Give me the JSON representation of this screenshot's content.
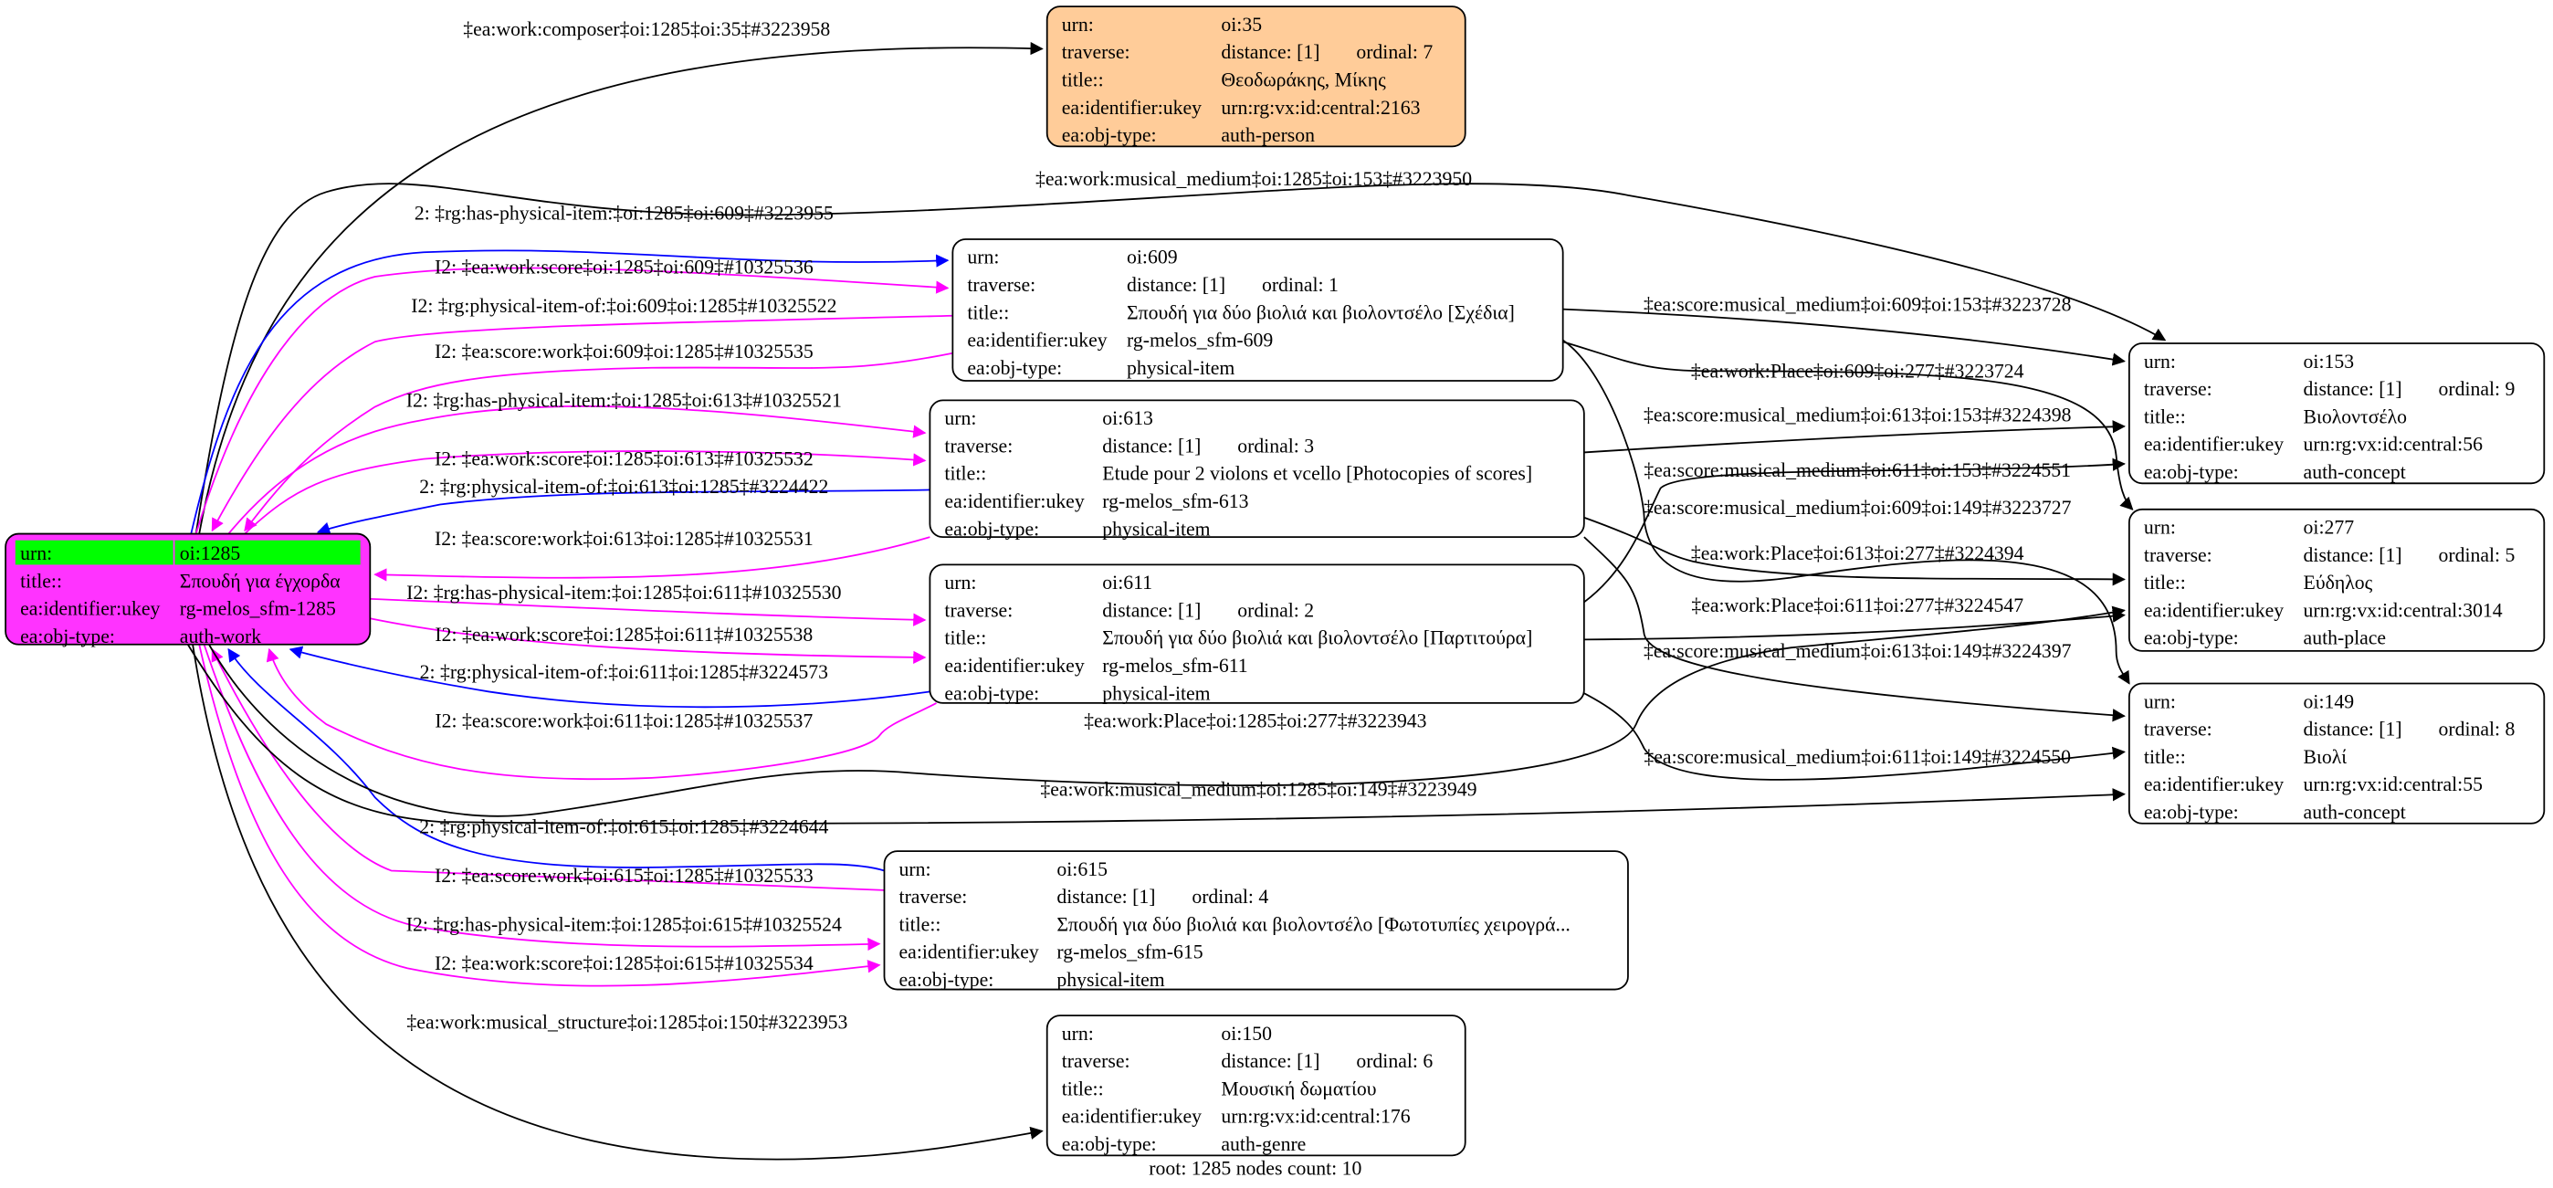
{
  "colors": {
    "black": "#000000",
    "blue": "#0000ff",
    "magenta": "#ff00ff",
    "root_fill": "#ff33ff",
    "root_highlight": "#00ff00",
    "person_fill": "#ffcc99",
    "default_fill": "#ffffff"
  },
  "nodes": [
    {
      "id": "oi:35",
      "fill": "#ffcc99",
      "rows": [
        [
          "urn:",
          "oi:35",
          ""
        ],
        [
          "traverse:",
          "distance: [1]",
          "ordinal: 7"
        ],
        [
          "title::",
          "Θεοδωράκης, Μίκης",
          ""
        ],
        [
          "ea:identifier:ukey",
          "urn:rg:vx:id:central:2163",
          ""
        ],
        [
          "ea:obj-type:",
          "auth-person",
          ""
        ]
      ]
    },
    {
      "id": "oi:609",
      "fill": "#ffffff",
      "rows": [
        [
          "urn:",
          "oi:609",
          ""
        ],
        [
          "traverse:",
          "distance: [1]",
          "ordinal: 1"
        ],
        [
          "title::",
          "Σπουδή για δύο βιολιά και βιολοντσέλο [Σχέδια]",
          ""
        ],
        [
          "ea:identifier:ukey",
          "rg-melos_sfm-609",
          ""
        ],
        [
          "ea:obj-type:",
          "physical-item",
          ""
        ]
      ]
    },
    {
      "id": "oi:613",
      "fill": "#ffffff",
      "rows": [
        [
          "urn:",
          "oi:613",
          ""
        ],
        [
          "traverse:",
          "distance: [1]",
          "ordinal: 3"
        ],
        [
          "title::",
          "Etude pour 2 violons et vcello [Photocopies of scores]",
          ""
        ],
        [
          "ea:identifier:ukey",
          "rg-melos_sfm-613",
          ""
        ],
        [
          "ea:obj-type:",
          "physical-item",
          ""
        ]
      ]
    },
    {
      "id": "oi:611",
      "fill": "#ffffff",
      "rows": [
        [
          "urn:",
          "oi:611",
          ""
        ],
        [
          "traverse:",
          "distance: [1]",
          "ordinal: 2"
        ],
        [
          "title::",
          "Σπουδή για δύο βιολιά και βιολοντσέλο [Παρτιτούρα]",
          ""
        ],
        [
          "ea:identifier:ukey",
          "rg-melos_sfm-611",
          ""
        ],
        [
          "ea:obj-type:",
          "physical-item",
          ""
        ]
      ]
    },
    {
      "id": "oi:615",
      "fill": "#ffffff",
      "rows": [
        [
          "urn:",
          "oi:615",
          ""
        ],
        [
          "traverse:",
          "distance: [1]",
          "ordinal: 4"
        ],
        [
          "title::",
          "Σπουδή για δύο βιολιά και βιολοντσέλο [Φωτοτυπίες χειρογρά...",
          ""
        ],
        [
          "ea:identifier:ukey",
          "rg-melos_sfm-615",
          ""
        ],
        [
          "ea:obj-type:",
          "physical-item",
          ""
        ]
      ]
    },
    {
      "id": "oi:150",
      "fill": "#ffffff",
      "rows": [
        [
          "urn:",
          "oi:150",
          ""
        ],
        [
          "traverse:",
          "distance: [1]",
          "ordinal: 6"
        ],
        [
          "title::",
          "Μουσική δωματίου",
          ""
        ],
        [
          "ea:identifier:ukey",
          "urn:rg:vx:id:central:176",
          ""
        ],
        [
          "ea:obj-type:",
          "auth-genre",
          ""
        ]
      ]
    },
    {
      "id": "oi:1285",
      "fill": "#ff33ff",
      "root": true,
      "rows": [
        [
          "urn:",
          "oi:1285",
          ""
        ],
        [
          "title::",
          "Σπουδή για έγχορδα",
          ""
        ],
        [
          "ea:identifier:ukey",
          "rg-melos_sfm-1285",
          ""
        ],
        [
          "ea:obj-type:",
          "auth-work",
          ""
        ]
      ]
    },
    {
      "id": "oi:153",
      "fill": "#ffffff",
      "rows": [
        [
          "urn:",
          "oi:153",
          ""
        ],
        [
          "traverse:",
          "distance: [1]",
          "ordinal: 9"
        ],
        [
          "title::",
          "Βιολοντσέλο",
          ""
        ],
        [
          "ea:identifier:ukey",
          "urn:rg:vx:id:central:56",
          ""
        ],
        [
          "ea:obj-type:",
          "auth-concept",
          ""
        ]
      ]
    },
    {
      "id": "oi:277",
      "fill": "#ffffff",
      "rows": [
        [
          "urn:",
          "oi:277",
          ""
        ],
        [
          "traverse:",
          "distance: [1]",
          "ordinal: 5"
        ],
        [
          "title::",
          "Εύδηλος",
          ""
        ],
        [
          "ea:identifier:ukey",
          "urn:rg:vx:id:central:3014",
          ""
        ],
        [
          "ea:obj-type:",
          "auth-place",
          ""
        ]
      ]
    },
    {
      "id": "oi:149",
      "fill": "#ffffff",
      "rows": [
        [
          "urn:",
          "oi:149",
          ""
        ],
        [
          "traverse:",
          "distance: [1]",
          "ordinal: 8"
        ],
        [
          "title::",
          "Βιολί",
          ""
        ],
        [
          "ea:identifier:ukey",
          "urn:rg:vx:id:central:55",
          ""
        ],
        [
          "ea:obj-type:",
          "auth-concept",
          ""
        ]
      ]
    }
  ],
  "edges": [
    {
      "from": "oi:1285",
      "to": "oi:35",
      "color": "#000000",
      "label": "‡ea:work:composer‡oi:1285‡oi:35‡#3223958"
    },
    {
      "from": "oi:1285",
      "to": "oi:153",
      "color": "#000000",
      "label": "‡ea:work:musical_medium‡oi:1285‡oi:153‡#3223950"
    },
    {
      "from": "oi:1285",
      "to": "oi:609",
      "color": "#0000ff",
      "label": "2: ‡rg:has-physical-item:‡oi:1285‡oi:609‡#3223955"
    },
    {
      "from": "oi:1285",
      "to": "oi:609",
      "color": "#ff00ff",
      "label": "I2: ‡ea:work:score‡oi:1285‡oi:609‡#10325536"
    },
    {
      "from": "oi:609",
      "to": "oi:1285",
      "color": "#ff00ff",
      "label": "I2: ‡rg:physical-item-of:‡oi:609‡oi:1285‡#10325522"
    },
    {
      "from": "oi:609",
      "to": "oi:1285",
      "color": "#ff00ff",
      "label": "I2: ‡ea:score:work‡oi:609‡oi:1285‡#10325535"
    },
    {
      "from": "oi:1285",
      "to": "oi:613",
      "color": "#ff00ff",
      "label": "I2: ‡rg:has-physical-item:‡oi:1285‡oi:613‡#10325521"
    },
    {
      "from": "oi:1285",
      "to": "oi:613",
      "color": "#ff00ff",
      "label": "I2: ‡ea:work:score‡oi:1285‡oi:613‡#10325532"
    },
    {
      "from": "oi:613",
      "to": "oi:1285",
      "color": "#0000ff",
      "label": "2: ‡rg:physical-item-of:‡oi:613‡oi:1285‡#3224422"
    },
    {
      "from": "oi:613",
      "to": "oi:1285",
      "color": "#ff00ff",
      "label": "I2: ‡ea:score:work‡oi:613‡oi:1285‡#10325531"
    },
    {
      "from": "oi:1285",
      "to": "oi:611",
      "color": "#ff00ff",
      "label": "I2: ‡rg:has-physical-item:‡oi:1285‡oi:611‡#10325530"
    },
    {
      "from": "oi:1285",
      "to": "oi:611",
      "color": "#ff00ff",
      "label": "I2: ‡ea:work:score‡oi:1285‡oi:611‡#10325538"
    },
    {
      "from": "oi:611",
      "to": "oi:1285",
      "color": "#0000ff",
      "label": "2: ‡rg:physical-item-of:‡oi:611‡oi:1285‡#3224573"
    },
    {
      "from": "oi:611",
      "to": "oi:1285",
      "color": "#ff00ff",
      "label": "I2: ‡ea:score:work‡oi:611‡oi:1285‡#10325537"
    },
    {
      "from": "oi:615",
      "to": "oi:1285",
      "color": "#0000ff",
      "label": "2: ‡rg:physical-item-of:‡oi:615‡oi:1285‡#3224644"
    },
    {
      "from": "oi:615",
      "to": "oi:1285",
      "color": "#ff00ff",
      "label": "I2: ‡ea:score:work‡oi:615‡oi:1285‡#10325533"
    },
    {
      "from": "oi:1285",
      "to": "oi:615",
      "color": "#ff00ff",
      "label": "I2: ‡rg:has-physical-item:‡oi:1285‡oi:615‡#10325524"
    },
    {
      "from": "oi:1285",
      "to": "oi:615",
      "color": "#ff00ff",
      "label": "I2: ‡ea:work:score‡oi:1285‡oi:615‡#10325534"
    },
    {
      "from": "oi:1285",
      "to": "oi:150",
      "color": "#000000",
      "label": "‡ea:work:musical_structure‡oi:1285‡oi:150‡#3223953"
    },
    {
      "from": "oi:1285",
      "to": "oi:277",
      "color": "#000000",
      "label": "‡ea:work:Place‡oi:1285‡oi:277‡#3223943"
    },
    {
      "from": "oi:1285",
      "to": "oi:149",
      "color": "#000000",
      "label": "‡ea:work:musical_medium‡oi:1285‡oi:149‡#3223949"
    },
    {
      "from": "oi:609",
      "to": "oi:153",
      "color": "#000000",
      "label": "‡ea:score:musical_medium‡oi:609‡oi:153‡#3223728"
    },
    {
      "from": "oi:609",
      "to": "oi:277",
      "color": "#000000",
      "label": "‡ea:work:Place‡oi:609‡oi:277‡#3223724"
    },
    {
      "from": "oi:613",
      "to": "oi:153",
      "color": "#000000",
      "label": "‡ea:score:musical_medium‡oi:613‡oi:153‡#3224398"
    },
    {
      "from": "oi:611",
      "to": "oi:153",
      "color": "#000000",
      "label": "‡ea:score:musical_medium‡oi:611‡oi:153‡#3224551"
    },
    {
      "from": "oi:609",
      "to": "oi:149",
      "color": "#000000",
      "label": "‡ea:score:musical_medium‡oi:609‡oi:149‡#3223727"
    },
    {
      "from": "oi:613",
      "to": "oi:277",
      "color": "#000000",
      "label": "‡ea:work:Place‡oi:613‡oi:277‡#3224394"
    },
    {
      "from": "oi:611",
      "to": "oi:277",
      "color": "#000000",
      "label": "‡ea:work:Place‡oi:611‡oi:277‡#3224547"
    },
    {
      "from": "oi:613",
      "to": "oi:149",
      "color": "#000000",
      "label": "‡ea:score:musical_medium‡oi:613‡oi:149‡#3224397"
    },
    {
      "from": "oi:611",
      "to": "oi:149",
      "color": "#000000",
      "label": "‡ea:score:musical_medium‡oi:611‡oi:149‡#3224550"
    }
  ],
  "footer": "root: 1285 nodes count: 10"
}
